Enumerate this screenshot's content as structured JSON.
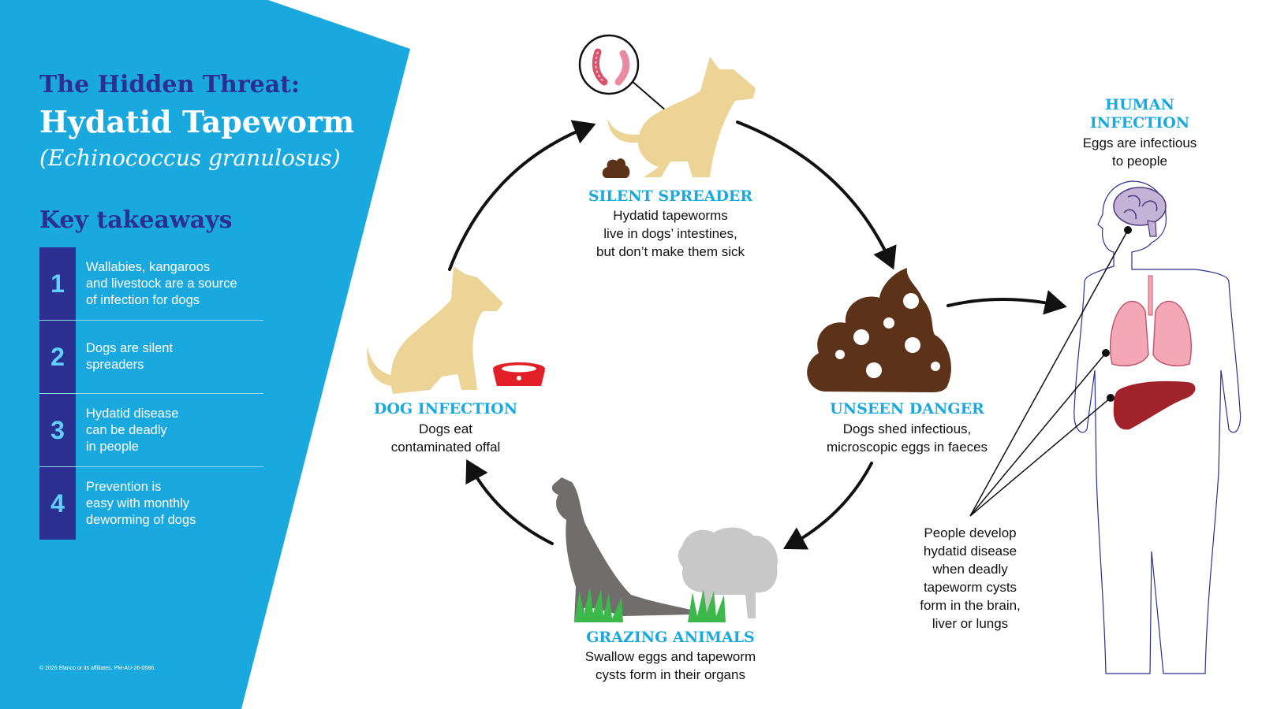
{
  "header": {
    "title_line1": "The Hidden Threat:",
    "title_line2": "Hydatid Tapeworm",
    "title_line3": "(Echinococcus granulosus)"
  },
  "takeaways": {
    "heading": "Key takeaways",
    "items": [
      {
        "number": "1",
        "text": "Wallabies, kangaroos\nand livestock are a source\nof infection for dogs"
      },
      {
        "number": "2",
        "text": "Dogs are silent\nspreaders"
      },
      {
        "number": "3",
        "text": "Hydatid disease\ncan be deadly\nin people"
      },
      {
        "number": "4",
        "text": "Prevention is\neasy with monthly\ndeworming of dogs"
      }
    ]
  },
  "stages": {
    "silent_spreader": {
      "title": "SILENT SPREADER",
      "desc": "Hydatid tapeworms\nlive in dogs’ intestines,\nbut don’t make them sick"
    },
    "unseen_danger": {
      "title": "UNSEEN DANGER",
      "desc": "Dogs shed infectious,\nmicroscopic eggs in faeces"
    },
    "grazing_animals": {
      "title": "GRAZING ANIMALS",
      "desc": "Swallow eggs and tapeworm\ncysts form in their organs"
    },
    "dog_infection": {
      "title": "DOG INFECTION",
      "desc": "Dogs eat\ncontaminated offal"
    },
    "human_infection": {
      "title": "HUMAN\nINFECTION",
      "desc": "Eggs are infectious\nto people"
    }
  },
  "human_note": "People develop\nhydatid disease\nwhen deadly\ntapeworm cysts\nform in the brain,\nliver or lungs",
  "footer": {
    "copyright": "© 2026 Elanco or its affiliates. PM-AU-26-0586."
  },
  "colors": {
    "panel_blue": "#1aa9df",
    "navy": "#2b2f8f",
    "dog_tan": "#ecd496",
    "poop_brown": "#5c3319",
    "kangaroo_grey": "#706d6c",
    "sheep_grey": "#c8c8c8",
    "grass_green": "#3db84a",
    "bowl_red": "#e21f26",
    "liver_red": "#a0222a",
    "lung_pink": "#f4a7b5",
    "brain_purple": "#c4b3d6"
  },
  "icons": [
    "tapeworm-icon",
    "dog-squatting-icon",
    "dog-sitting-icon",
    "dog-bowl-icon",
    "faeces-icon",
    "kangaroo-icon",
    "sheep-icon",
    "grass-icon",
    "human-body-icon",
    "brain-icon",
    "lungs-icon",
    "liver-icon"
  ]
}
